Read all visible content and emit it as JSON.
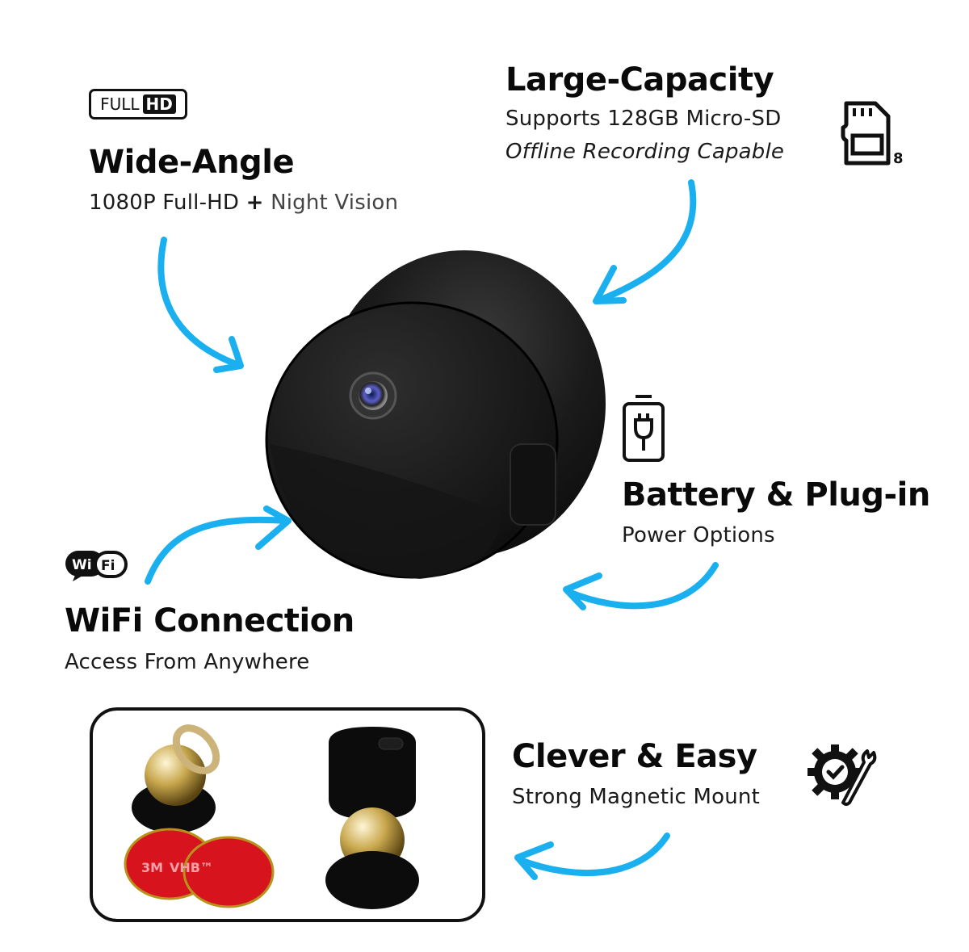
{
  "features": {
    "wide_angle": {
      "badge_full": "FULL",
      "badge_hd": "HD",
      "title": "Wide-Angle",
      "subtitle_part1": "1080P Full-HD",
      "subtitle_plus": "+",
      "subtitle_part2": "Night Vision",
      "icon": "full-hd-badge-icon"
    },
    "large_capacity": {
      "title": "Large-Capacity",
      "line1": "Supports 128GB Micro-SD",
      "line2": "Offline Recording Capable",
      "icon": "sd-card-icon",
      "icon_label": "8"
    },
    "battery": {
      "title": "Battery & Plug-in",
      "subtitle": "Power Options",
      "icon": "battery-plug-icon"
    },
    "wifi": {
      "badge_wi": "Wi",
      "badge_fi": "Fi",
      "title": "WiFi Connection",
      "subtitle": "Access From Anywhere",
      "icon": "wifi-badge-icon"
    },
    "mount": {
      "title": "Clever & Easy",
      "subtitle": "Strong Magnetic Mount",
      "icon": "gear-wrench-check-icon",
      "pad_label_1": "3M",
      "pad_label_2": "VHB™"
    }
  },
  "colors": {
    "arrow": "#1ab0ef",
    "text": "#0a0a0a",
    "camera_body": "#141414"
  }
}
